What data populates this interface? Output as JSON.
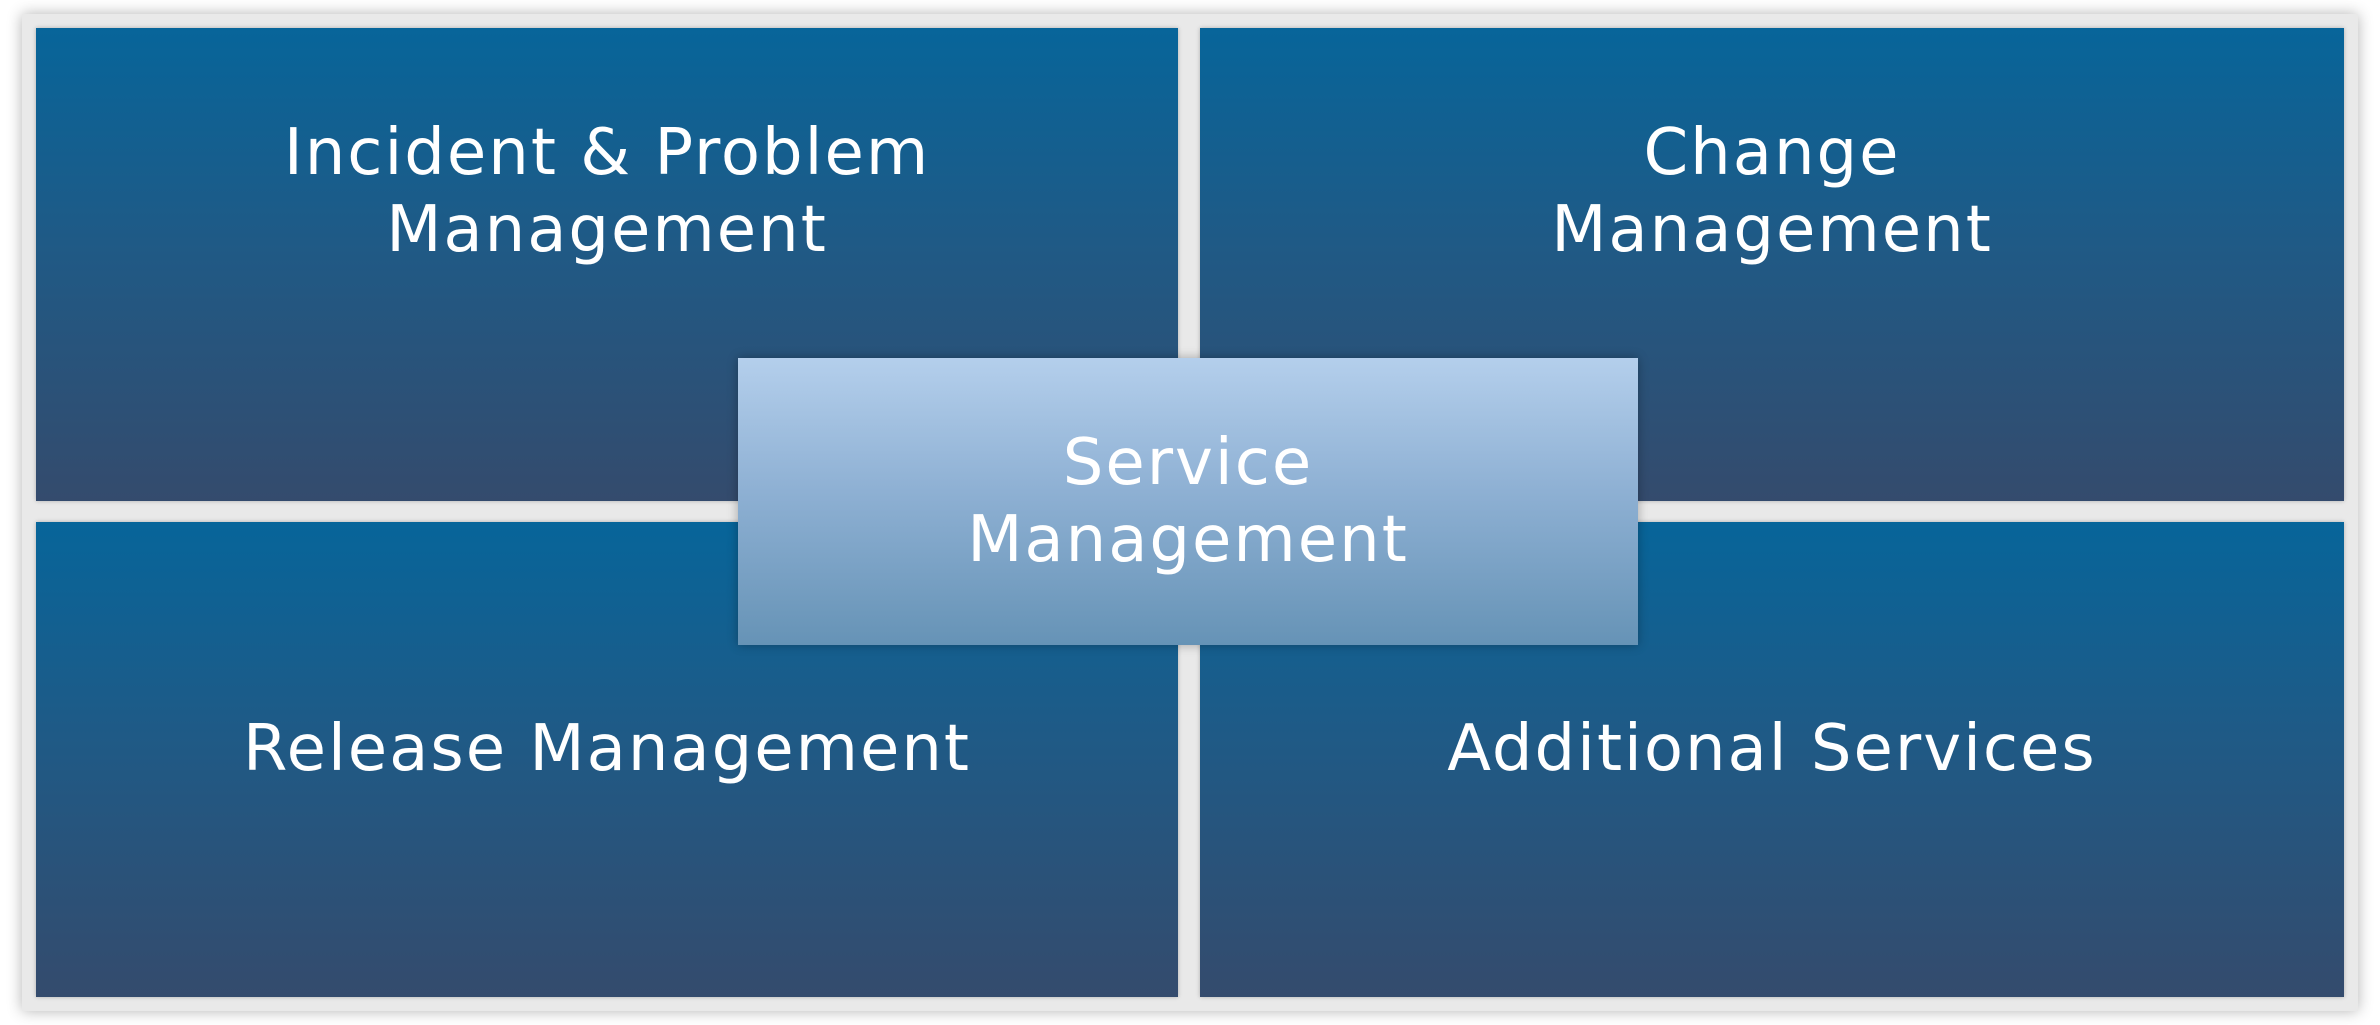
{
  "diagram": {
    "center": {
      "label": "Service Management",
      "color": "#8fb1d4"
    },
    "quadrants": [
      {
        "label": "Incident & Problem Management"
      },
      {
        "label": "Change Management"
      },
      {
        "label": "Release Management"
      },
      {
        "label": "Additional Services"
      }
    ],
    "colors": {
      "quadrant_top": "#07659a",
      "quadrant_bottom": "#344b6d",
      "background": "#e9e9e9",
      "text": "#ffffff"
    }
  }
}
